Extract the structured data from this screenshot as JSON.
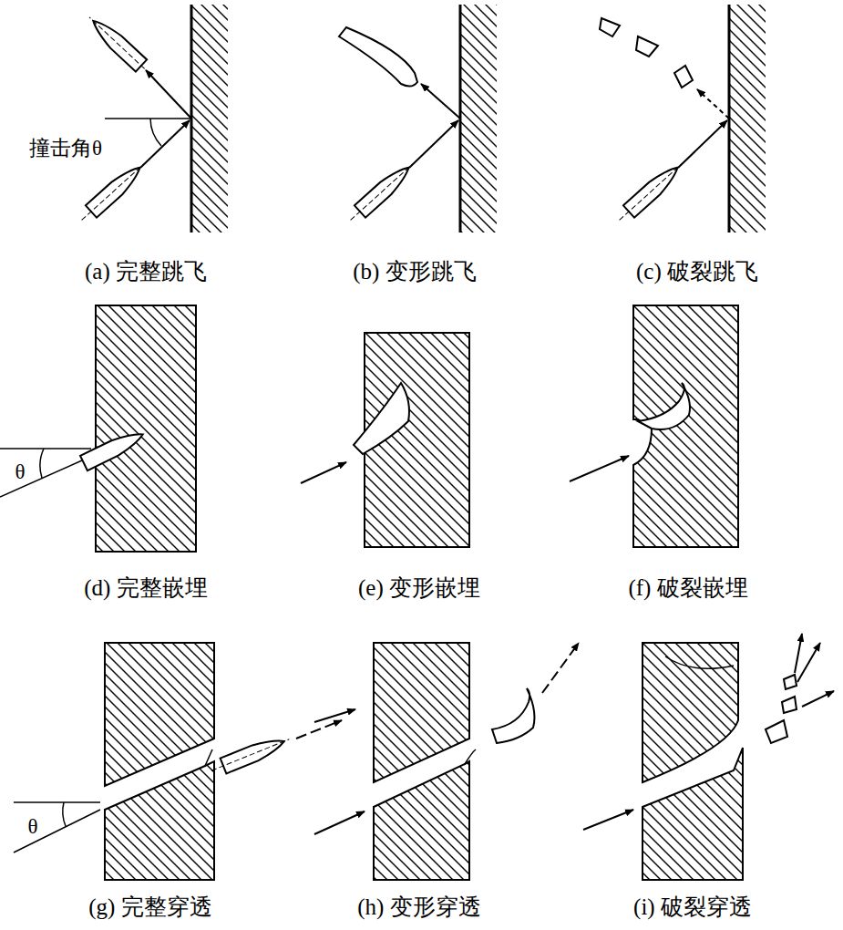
{
  "diagram": {
    "labels": [
      "撞击角θ",
      "θ",
      "θ",
      "(a) 完整跳飞",
      "(b) 变形跳飞",
      "(c) 破裂跳飞",
      "(d) 完整嵌埋",
      "(e) 变形嵌埋",
      "(f) 破裂嵌埋",
      "(g) 完整穿透",
      "(h) 变形穿透",
      "(i) 破裂穿透"
    ]
  }
}
